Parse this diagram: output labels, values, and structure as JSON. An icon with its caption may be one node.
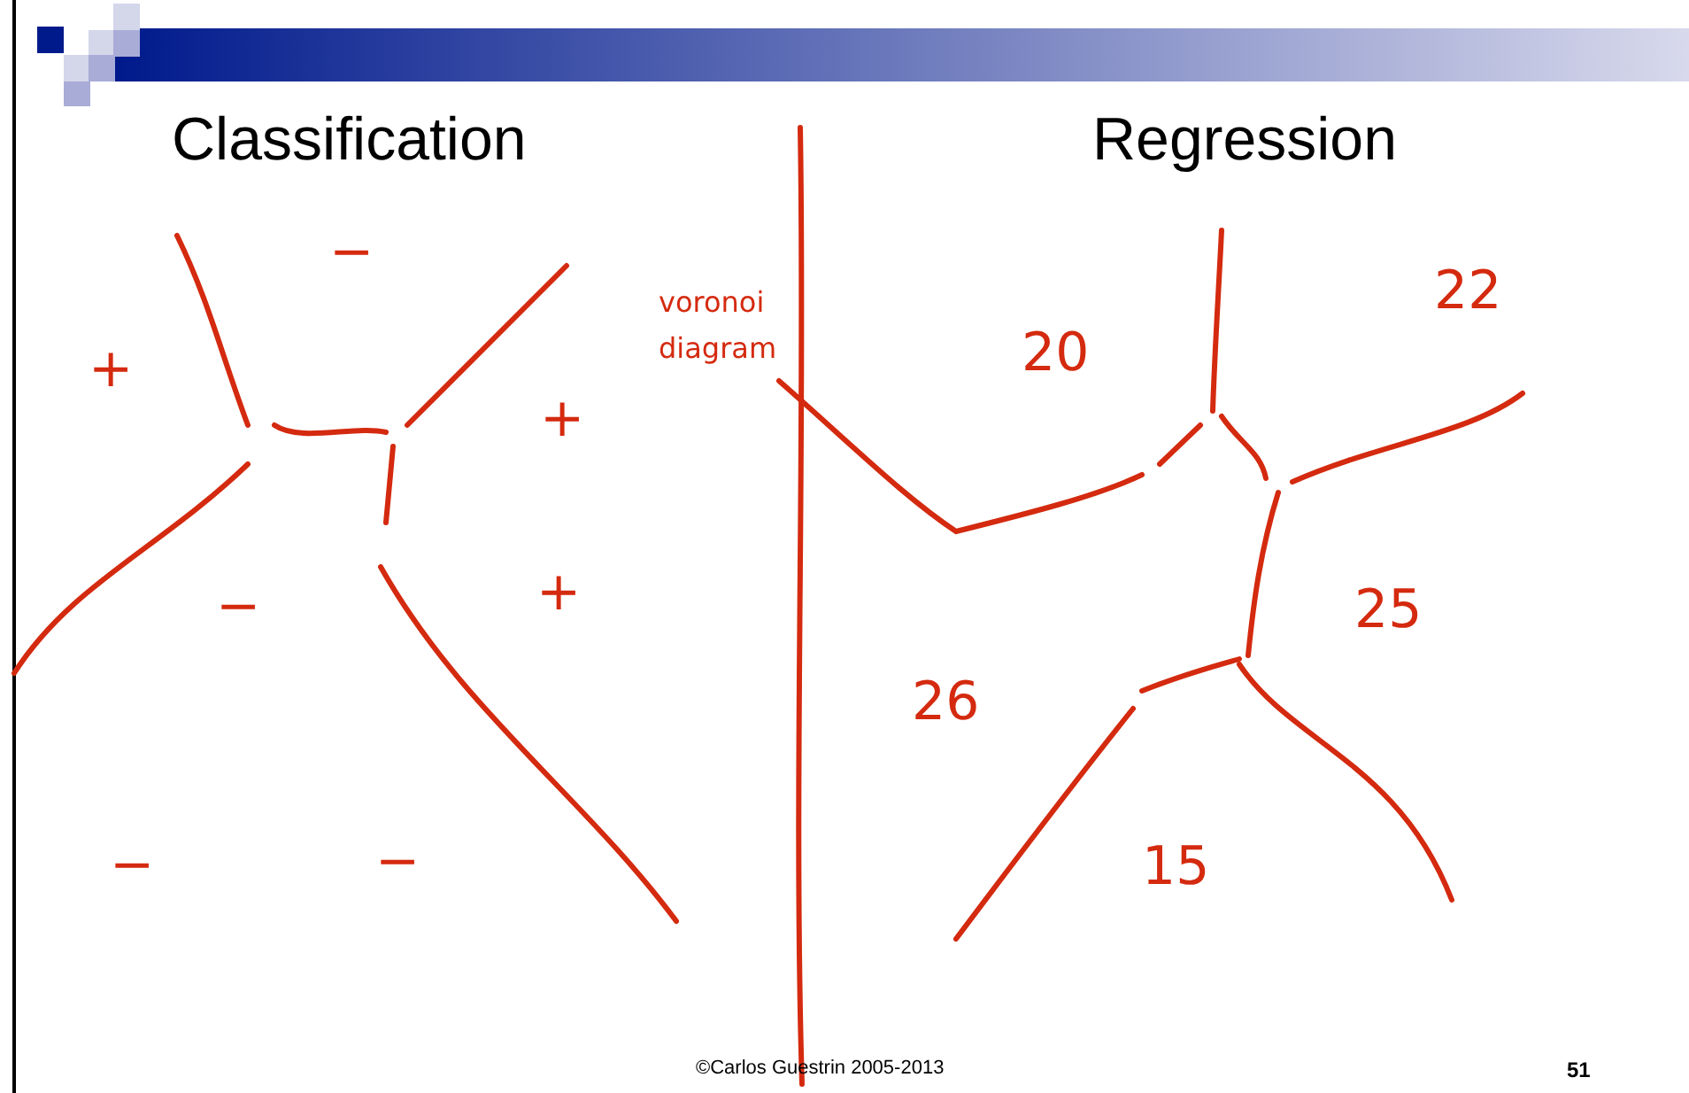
{
  "diagram": {
    "labels": [
      "Classification",
      "Regression",
      "voronoi diagram",
      "−",
      "+",
      "+",
      "−",
      "+",
      "−",
      "−",
      "22",
      "20",
      "25",
      "26",
      "15",
      "©Carlos Guestrin 2005-2013",
      "51"
    ]
  }
}
